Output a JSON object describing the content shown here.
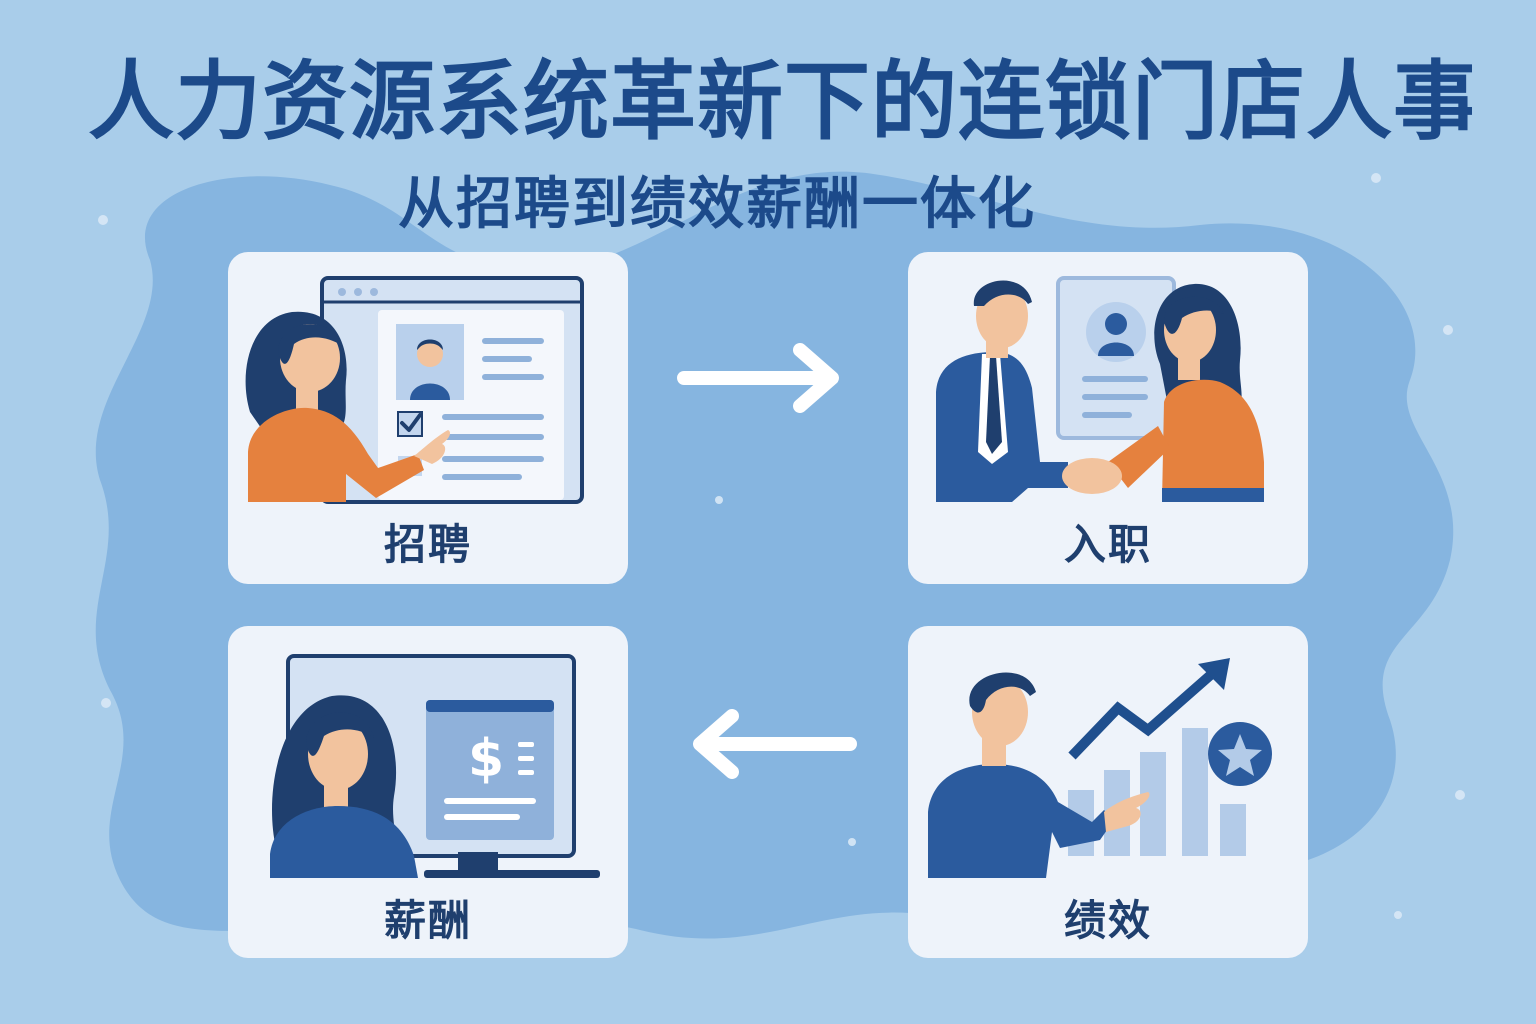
{
  "title": "人力资源系统革新下的连锁门店人事管",
  "subtitle": "从招聘到绩效薪酬一体化",
  "cards": {
    "recruit": {
      "label": "招聘"
    },
    "onboard": {
      "label": "入职"
    },
    "salary": {
      "label": "薪酬"
    },
    "performance": {
      "label": "绩效"
    }
  },
  "colors": {
    "background": "#a9cdea",
    "blob": "#86b5e0",
    "title": "#1c4a8a",
    "card": "#eef3fa",
    "accent_orange": "#e5813e",
    "accent_blue": "#2b5b9e"
  },
  "icons": {
    "flow_right": "arrow-right-icon",
    "flow_left": "arrow-left-icon",
    "check": "check-icon",
    "dollar": "dollar-icon",
    "star": "star-icon",
    "trend": "trend-up-icon"
  }
}
